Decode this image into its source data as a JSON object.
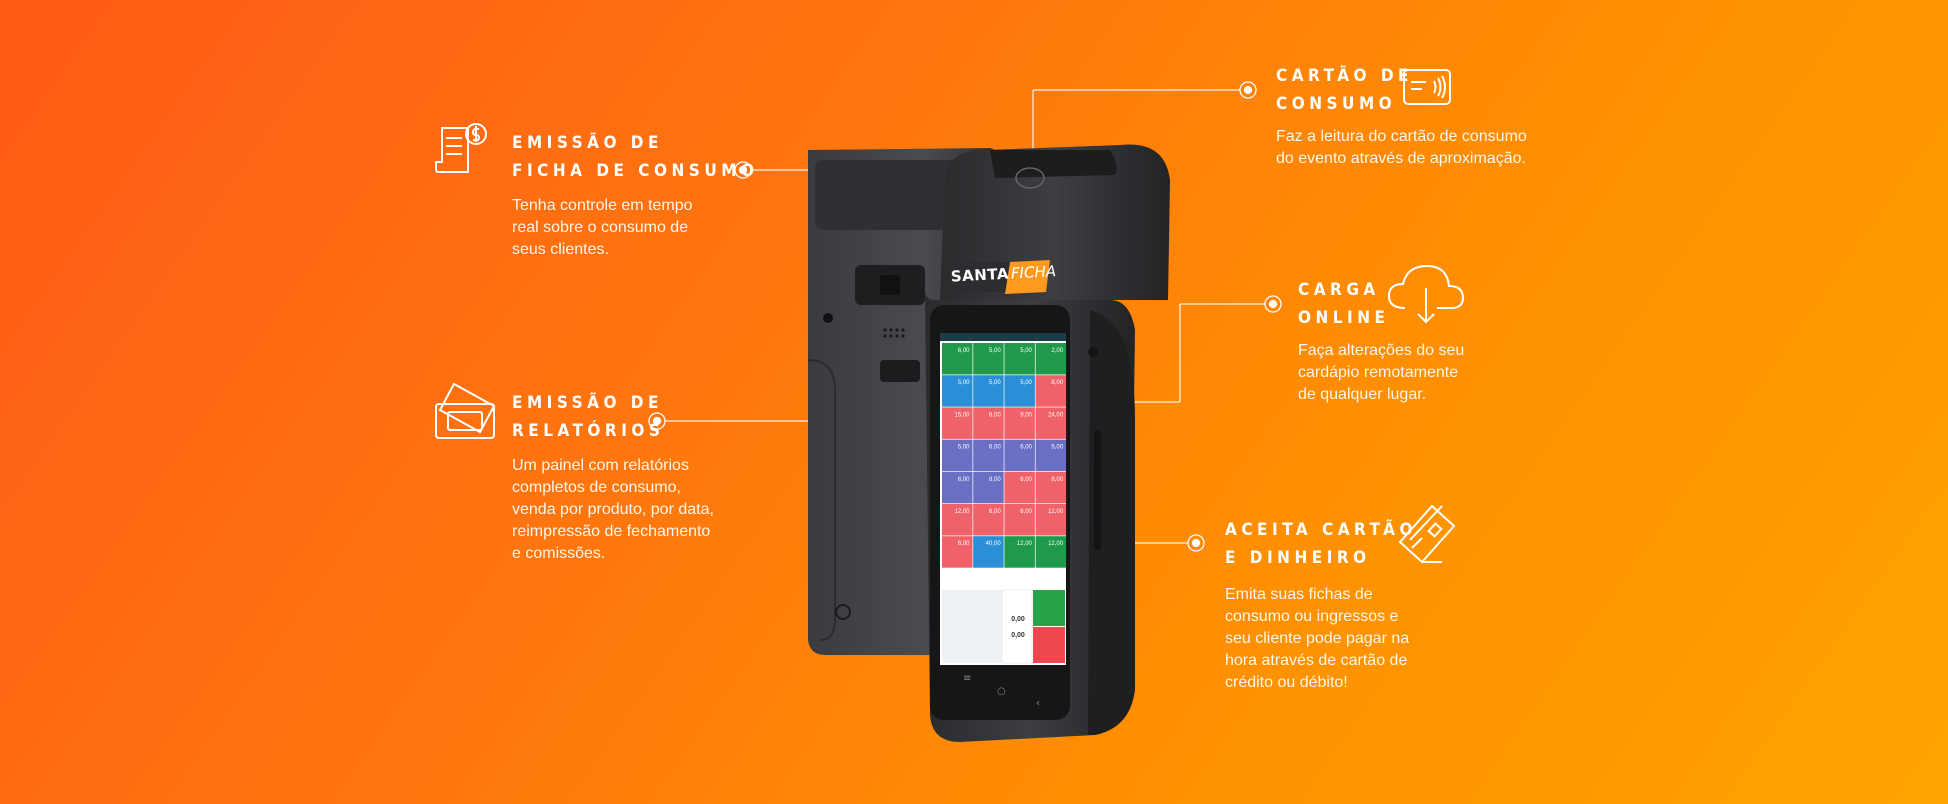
{
  "features": {
    "ficha": {
      "title_1": "EMISSÃO DE",
      "title_2": "FICHA DE CONSUMO",
      "desc_1": "Tenha controle em tempo",
      "desc_2": "real sobre o consumo de",
      "desc_3": "seus clientes.",
      "icon": "receipt-dollar-icon"
    },
    "relatorios": {
      "title_1": "EMISSÃO DE",
      "title_2": "RELATÓRIOS",
      "desc_1": "Um painel com relatórios",
      "desc_2": "completos de consumo,",
      "desc_3": "venda por produto, por data,",
      "desc_4": "reimpressão de fechamento",
      "desc_5": "e comissões.",
      "icon": "tickets-icon"
    },
    "cartao": {
      "title_1": "CARTÃO DE",
      "title_2": "CONSUMO",
      "desc_1": "Faz a leitura do cartão de consumo",
      "desc_2": "do evento através de aproximação.",
      "icon": "contactless-card-icon"
    },
    "carga": {
      "title_1": "CARGA",
      "title_2": "ONLINE",
      "desc_1": "Faça alterações do seu",
      "desc_2": "cardápio remotamente",
      "desc_3": "de qualquer lugar.",
      "icon": "cloud-download-icon"
    },
    "aceita": {
      "title_1": "ACEITA CARTÃO",
      "title_2": "E DINHEIRO",
      "desc_1": "Emita suas fichas de",
      "desc_2": "consumo ou ingressos e",
      "desc_3": "seu cliente pode pagar na",
      "desc_4": "hora através de cartão de",
      "desc_5": "crédito ou débito!",
      "icon": "credit-card-icon"
    }
  },
  "device": {
    "brand_1": "SANTA",
    "brand_2": "FICHA",
    "tiles": [
      {
        "price": "6,00",
        "color": "#1f9a4a"
      },
      {
        "price": "5,00",
        "color": "#1f9a4a"
      },
      {
        "price": "5,00",
        "color": "#1f9a4a"
      },
      {
        "price": "2,00",
        "color": "#1f9a4a"
      },
      {
        "price": "5,00",
        "color": "#2a8fd6"
      },
      {
        "price": "5,00",
        "color": "#2a8fd6"
      },
      {
        "price": "5,00",
        "color": "#2a8fd6"
      },
      {
        "price": "8,00",
        "color": "#f0626a"
      },
      {
        "price": "15,00",
        "color": "#f0626a"
      },
      {
        "price": "6,00",
        "color": "#f0626a"
      },
      {
        "price": "9,00",
        "color": "#f0626a"
      },
      {
        "price": "24,00",
        "color": "#f0626a"
      },
      {
        "price": "5,00",
        "color": "#6a6fc4"
      },
      {
        "price": "6,00",
        "color": "#6a6fc4"
      },
      {
        "price": "6,00",
        "color": "#6a6fc4"
      },
      {
        "price": "5,00",
        "color": "#6a6fc4"
      },
      {
        "price": "6,00",
        "color": "#6a6fc4"
      },
      {
        "price": "8,00",
        "color": "#6a6fc4"
      },
      {
        "price": "6,00",
        "color": "#f0626a"
      },
      {
        "price": "8,00",
        "color": "#f0626a"
      },
      {
        "price": "12,00",
        "color": "#f0626a"
      },
      {
        "price": "6,00",
        "color": "#f0626a"
      },
      {
        "price": "6,00",
        "color": "#f0626a"
      },
      {
        "price": "12,00",
        "color": "#f0626a"
      },
      {
        "price": "6,00",
        "color": "#f0626a"
      },
      {
        "price": "40,00",
        "color": "#2a8fd6"
      },
      {
        "price": "12,00",
        "color": "#1f9a4a"
      },
      {
        "price": "12,00",
        "color": "#1f9a4a"
      }
    ],
    "total_1": "0,00",
    "total_2": "0,00"
  }
}
